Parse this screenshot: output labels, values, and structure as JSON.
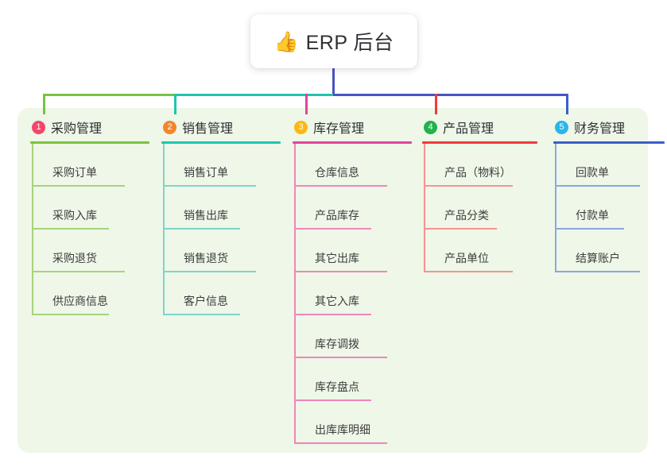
{
  "root": {
    "icon": "thumbs-up-icon",
    "emoji": "👍",
    "title": "ERP 后台"
  },
  "colors": {
    "panel_bg": "#eef7e8",
    "card_bg": "#ffffff",
    "trunk": "#4a52c4",
    "bus_left": "#7ac143",
    "bus_mid": "#1ec5b0",
    "bus_right": "#4a52c4"
  },
  "columns": [
    {
      "index": "1",
      "title": "采购管理",
      "badge_color": "#f2476a",
      "line_color": "#7ac143",
      "leaf_color": "#a9d27e",
      "items": [
        "采购订单",
        "采购入库",
        "采购退货",
        "供应商信息"
      ]
    },
    {
      "index": "2",
      "title": "销售管理",
      "badge_color": "#f2862a",
      "line_color": "#1ec5b0",
      "leaf_color": "#7fd4c8",
      "items": [
        "销售订单",
        "销售出库",
        "销售退货",
        "客户信息"
      ]
    },
    {
      "index": "3",
      "title": "库存管理",
      "badge_color": "#fbb713",
      "line_color": "#e0459a",
      "leaf_color": "#ef86bb",
      "items": [
        "仓库信息",
        "产品库存",
        "其它出库",
        "其它入库",
        "库存调拨",
        "库存盘点",
        "出库库明细"
      ]
    },
    {
      "index": "4",
      "title": "产品管理",
      "badge_color": "#22b14c",
      "line_color": "#ef3b3b",
      "leaf_color": "#f6938f",
      "items": [
        "产品（物料）",
        "产品分类",
        "产品单位"
      ]
    },
    {
      "index": "5",
      "title": "财务管理",
      "badge_color": "#29b6e8",
      "line_color": "#3a5fc8",
      "leaf_color": "#8aa7e0",
      "items": [
        "回款单",
        "付款单",
        "结算账户"
      ]
    }
  ]
}
